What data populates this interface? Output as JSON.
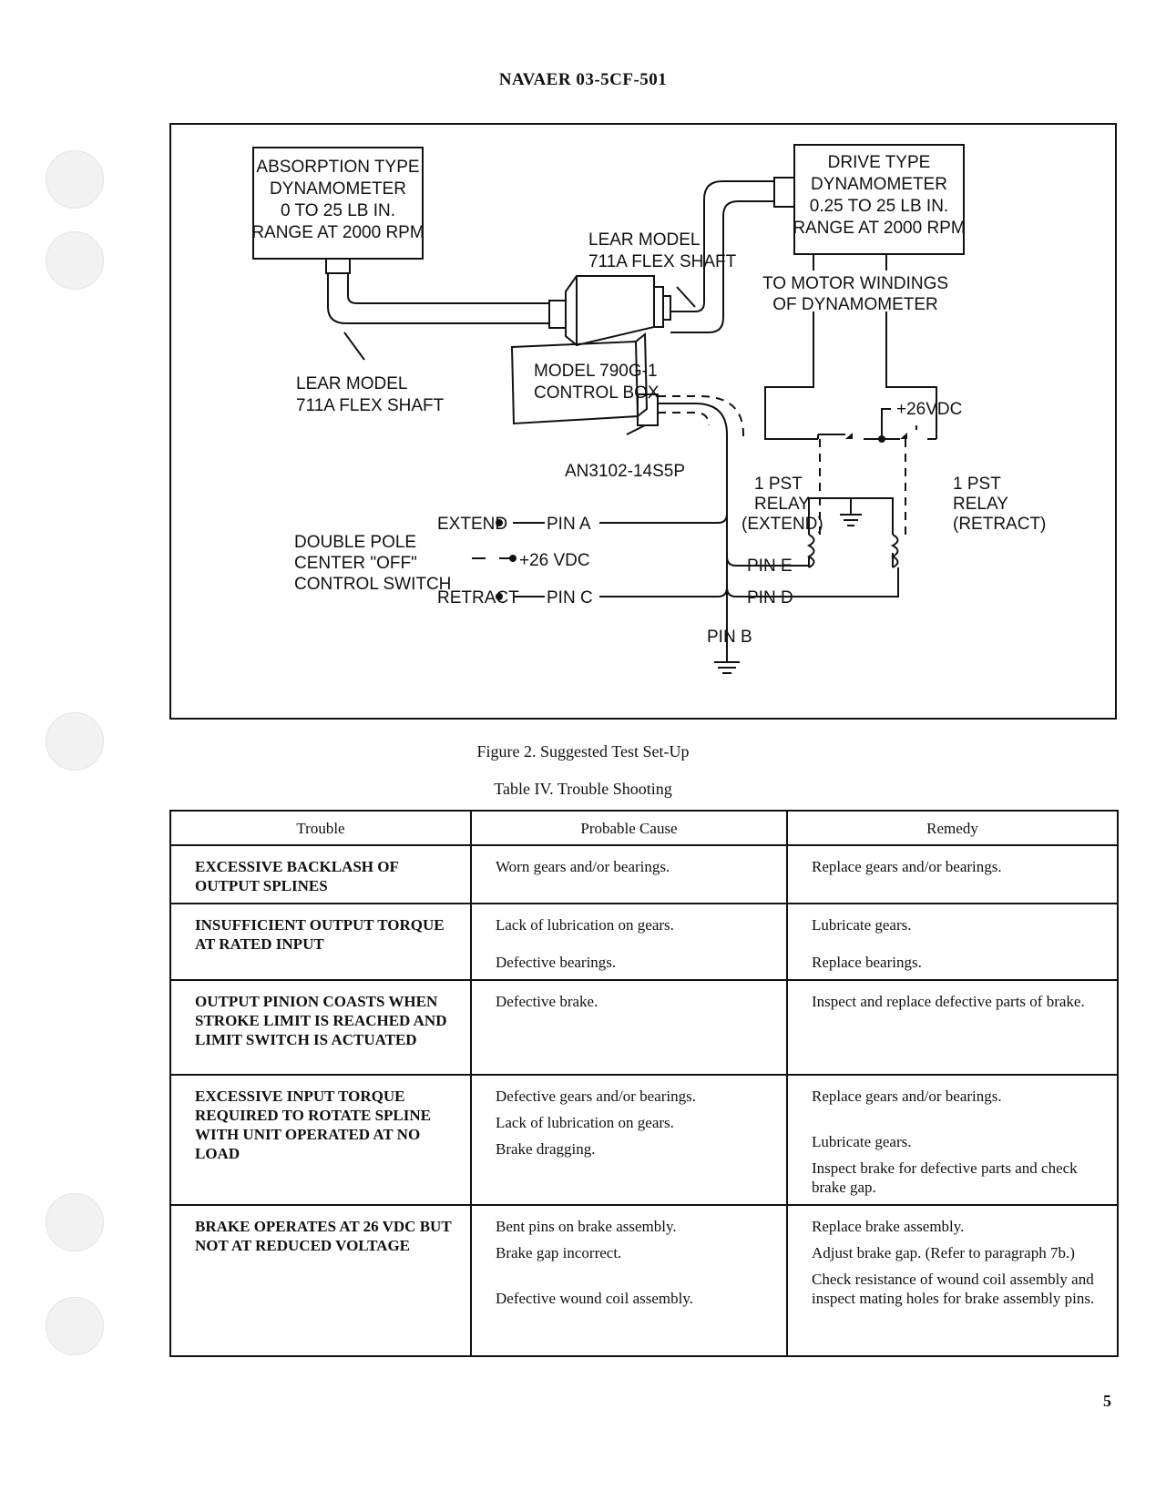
{
  "header": "NAVAER 03-5CF-501",
  "figure": {
    "caption": "Figure 2.  Suggested Test Set-Up",
    "absorption_box": [
      "ABSORPTION TYPE",
      "DYNAMOMETER",
      "0 TO 25 LB IN.",
      "RANGE AT 2000 RPM"
    ],
    "drive_box": [
      "DRIVE TYPE",
      "DYNAMOMETER",
      "0.25 TO 25 LB IN.",
      "RANGE AT 2000 RPM"
    ],
    "flex_shaft_upper": [
      "LEAR MODEL",
      "711A FLEX SHAFT"
    ],
    "flex_shaft_lower": [
      "LEAR MODEL",
      "711A FLEX SHAFT"
    ],
    "control_box": [
      "MODEL 790G-1",
      "CONTROL BOX"
    ],
    "connector": "AN3102-14S5P",
    "motor_windings": [
      "TO MOTOR WINDINGS",
      "OF DYNAMOMETER"
    ],
    "supply": "+26VDC",
    "relay_extend": [
      "1 PST",
      "RELAY",
      "(EXTEND)"
    ],
    "relay_retract": [
      "1 PST",
      "RELAY",
      "(RETRACT)"
    ],
    "switch": [
      "DOUBLE POLE",
      "CENTER \"OFF\"",
      "CONTROL SWITCH"
    ],
    "extend": "EXTEND",
    "retract": "RETRACT",
    "switch_supply": "+26 VDC",
    "pin_a": "PIN A",
    "pin_b": "PIN B",
    "pin_c": "PIN C",
    "pin_d": "PIN D",
    "pin_e": "PIN E"
  },
  "table": {
    "caption": "Table IV.  Trouble Shooting",
    "headers": [
      "Trouble",
      "Probable Cause",
      "Remedy"
    ],
    "rows": [
      {
        "trouble": "EXCESSIVE BACKLASH OF OUTPUT SPLINES",
        "causes": [
          "Worn gears and/or bearings."
        ],
        "remedies": [
          "Replace gears and/or bearings."
        ]
      },
      {
        "trouble": "INSUFFICIENT OUTPUT TORQUE AT RATED INPUT",
        "causes": [
          "Lack of lubrication on gears.",
          "Defective bearings."
        ],
        "remedies": [
          "Lubricate gears.",
          "Replace bearings."
        ]
      },
      {
        "trouble": "OUTPUT PINION COASTS WHEN STROKE LIMIT IS REACHED AND LIMIT SWITCH IS ACTUATED",
        "causes": [
          "Defective brake."
        ],
        "remedies": [
          "Inspect and replace defective parts of brake."
        ]
      },
      {
        "trouble": "EXCESSIVE INPUT TORQUE REQUIRED TO ROTATE SPLINE WITH UNIT OPERATED AT NO LOAD",
        "causes": [
          "Defective gears and/or bearings.",
          "Lack of lubrication on gears.",
          "Brake dragging."
        ],
        "remedies": [
          "Replace gears and/or bearings.",
          "Lubricate gears.",
          "Inspect brake for defective parts and check brake gap."
        ]
      },
      {
        "trouble": "BRAKE OPERATES AT 26 VDC BUT NOT AT REDUCED VOLTAGE",
        "causes": [
          "Bent pins on brake assembly.",
          "Brake gap incorrect.",
          "Defective wound coil assembly."
        ],
        "remedies": [
          "Replace brake assembly.",
          "Adjust brake gap. (Refer to paragraph 7b.)",
          "Check resistance of wound coil assembly and inspect mating holes for brake assembly pins."
        ]
      }
    ]
  },
  "page_number": "5"
}
